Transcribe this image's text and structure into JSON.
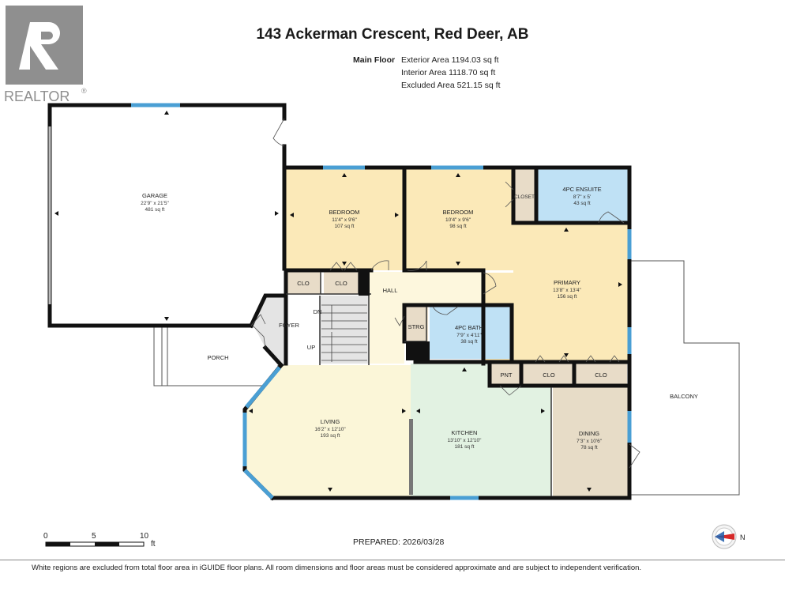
{
  "title": "143 Ackerman Crescent, Red Deer, AB",
  "brand": {
    "name": "REALTOR",
    "registered": "®",
    "color": "#8f8f8f"
  },
  "floor": {
    "name": "Main Floor",
    "exterior_area": "Exterior Area 1194.03 sq ft",
    "interior_area": "Interior Area 1118.70 sq ft",
    "excluded_area": "Excluded Area 521.15 sq ft"
  },
  "rooms": {
    "garage": {
      "name": "GARAGE",
      "dims": "22'9\" x 21'5\"",
      "area": "481 sq ft"
    },
    "bedroom1": {
      "name": "BEDROOM",
      "dims": "11'4\" x 9'6\"",
      "area": "107 sq ft"
    },
    "bedroom2": {
      "name": "BEDROOM",
      "dims": "10'4\" x 9'6\"",
      "area": "98 sq ft"
    },
    "ensuite": {
      "name": "4PC ENSUITE",
      "dims": "8'7\" x 5'",
      "area": "43 sq ft"
    },
    "primary": {
      "name": "PRIMARY",
      "dims": "13'8\" x 13'4\"",
      "area": "156 sq ft"
    },
    "bath": {
      "name": "4PC BATH",
      "dims": "7'9\" x 4'11\"",
      "area": "38 sq ft"
    },
    "living": {
      "name": "LIVING",
      "dims": "16'2\" x 12'10\"",
      "area": "193 sq ft"
    },
    "kitchen": {
      "name": "KITCHEN",
      "dims": "13'10\" x 12'10\"",
      "area": "181 sq ft"
    },
    "dining": {
      "name": "DINING",
      "dims": "7'3\" x 10'6\"",
      "area": "78 sq ft"
    }
  },
  "labels": {
    "closet": "CLOSET",
    "clo": "CLO",
    "hall": "HALL",
    "foyer": "FOYER",
    "dn": "DN",
    "up": "UP",
    "porch": "PORCH",
    "strg": "STRG",
    "pnt": "PNT",
    "balcony": "BALCONY"
  },
  "scale": {
    "ticks": [
      "0",
      "5",
      "10"
    ],
    "unit": "ft"
  },
  "compass": {
    "label": "N"
  },
  "prepared": "PREPARED: 2026/03/28",
  "footer": "White regions are excluded from total floor area in iGUIDE floor plans. All room dimensions and floor areas must be considered approximate and are subject to independent verification.",
  "colors": {
    "bedroom": "#fbe9b8",
    "bath": "#bfe1f5",
    "closet": "#e8dcc8",
    "hall": "#fdf7dd",
    "foyer": "#e4e4e4",
    "living": "#fbf6d8",
    "kitchen": "#e2f2e2",
    "dining": "#e7dcc7",
    "wall": "#111111",
    "window": "#4a9fd4"
  }
}
